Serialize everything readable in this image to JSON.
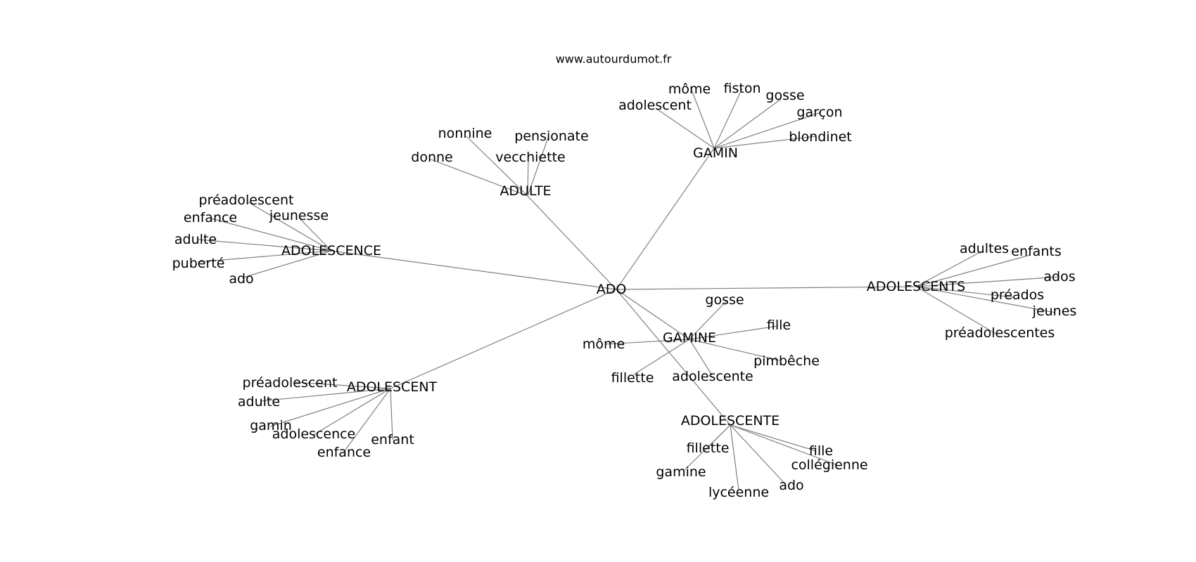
{
  "source": "www.autourdumot.fr",
  "colors": {
    "edge": "#808080",
    "text": "#000000",
    "background": "#ffffff"
  },
  "graph": {
    "root": "ADO",
    "hubs": [
      {
        "id": "ADULTE",
        "label": "ADULTE",
        "children": [
          "nonnine",
          "pensionate",
          "vecchiette",
          "donne"
        ]
      },
      {
        "id": "GAMIN",
        "label": "GAMIN",
        "children": [
          "môme",
          "fiston",
          "gosse",
          "adolescent",
          "garçon",
          "blondinet"
        ]
      },
      {
        "id": "ADOLESCENCE",
        "label": "ADOLESCENCE",
        "children": [
          "préadolescent",
          "enfance",
          "jeunesse",
          "adulte",
          "puberté",
          "ado"
        ]
      },
      {
        "id": "ADOLESCENTS",
        "label": "ADOLESCENTS",
        "children": [
          "adultes",
          "enfants",
          "ados",
          "préados",
          "jeunes",
          "préadolescentes"
        ]
      },
      {
        "id": "GAMINE",
        "label": "GAMINE",
        "children": [
          "gosse",
          "fille",
          "môme",
          "pimbêche",
          "fillette",
          "adolescente"
        ]
      },
      {
        "id": "ADOLESCENT",
        "label": "ADOLESCENT",
        "children": [
          "préadolescent",
          "adulte",
          "gamin",
          "adolescence",
          "enfant",
          "enfance"
        ]
      },
      {
        "id": "ADOLESCENTE",
        "label": "ADOLESCENTE",
        "children": [
          "fillette",
          "fille",
          "collégienne",
          "gamine",
          "ado",
          "lycéenne"
        ]
      }
    ]
  }
}
